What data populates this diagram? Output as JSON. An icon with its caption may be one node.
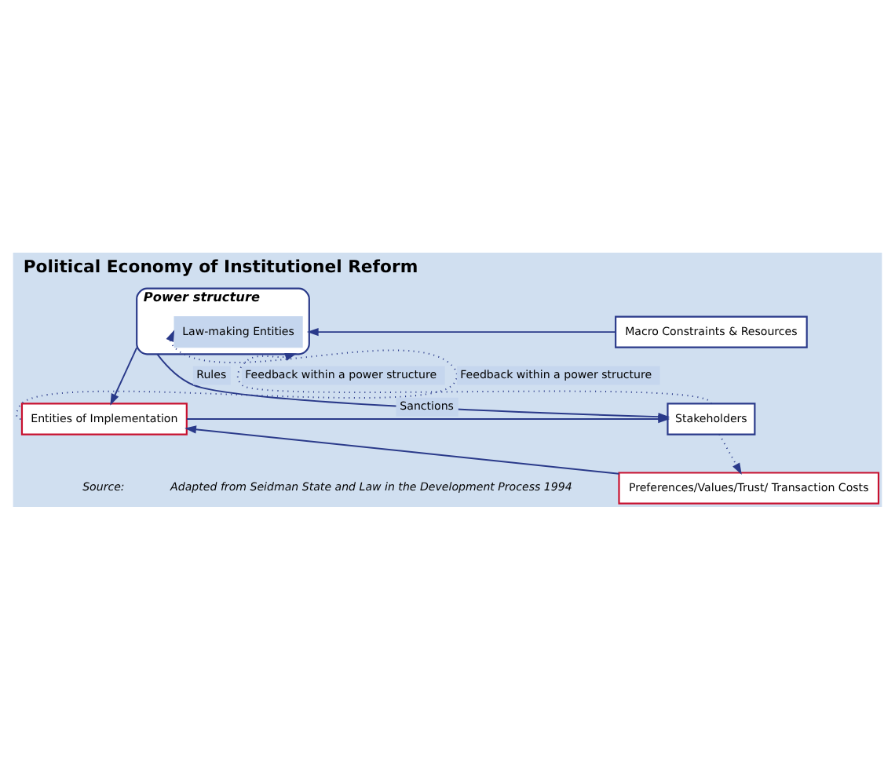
{
  "diagram": {
    "title": "Political Economy of Institutionel Reform",
    "nodes": [
      {
        "text": [
          "Power structure"
        ]
      },
      {
        "text": [
          "Law-making Entities"
        ],
        "in": 0
      },
      {
        "text": [
          "Macro Constraints & Resources"
        ]
      },
      {
        "text": [
          "Stakeholders"
        ]
      },
      {
        "text": [
          "Entities of Implementation"
        ]
      },
      {
        "text": [
          "Preferences/Values/Trust/ Transaction Costs"
        ]
      }
    ],
    "edges": [
      {
        "from": 2,
        "to": 0,
        "arrow": "to"
      },
      {
        "from": 3,
        "to": 0,
        "arrow": "to",
        "style": "dashed",
        "label": "Feedback within a power structure"
      },
      {
        "from": 4,
        "to": 1,
        "arrow": "to",
        "style": "dashed",
        "label": "Feedback within a power structure"
      },
      {
        "from": 0,
        "to": 4,
        "arrow": "to"
      },
      {
        "from": 0,
        "to": 3,
        "arrow": "to",
        "label": "Rules"
      },
      {
        "from": 4,
        "to": 3,
        "arrow": "to",
        "label": "Sanctions"
      },
      {
        "from": 3,
        "to": 5,
        "arrow": "to",
        "style": "dashed"
      },
      {
        "from": 5,
        "to": 4,
        "arrow": "to"
      }
    ],
    "labels": [
      "Source:",
      "Adapted from Seidman State and Law in the Development Process 1994"
    ]
  }
}
